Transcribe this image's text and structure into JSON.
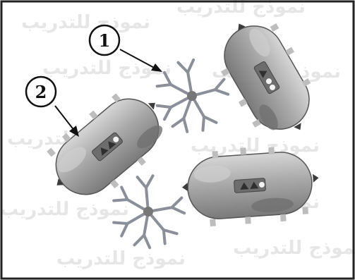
{
  "labels": {
    "label_1": "1",
    "label_2": "2"
  },
  "watermark": {
    "text": "نموذج للتدريب"
  },
  "colors": {
    "cell_body": "#a9a9a9",
    "cell_highlight": "#d2d2d2",
    "cell_shadow": "#6f6f6f",
    "antibody": "#8a8f98",
    "antigen_knob": "#bdbdbd",
    "spike": "#3c3c3c",
    "frame": "#222222"
  }
}
